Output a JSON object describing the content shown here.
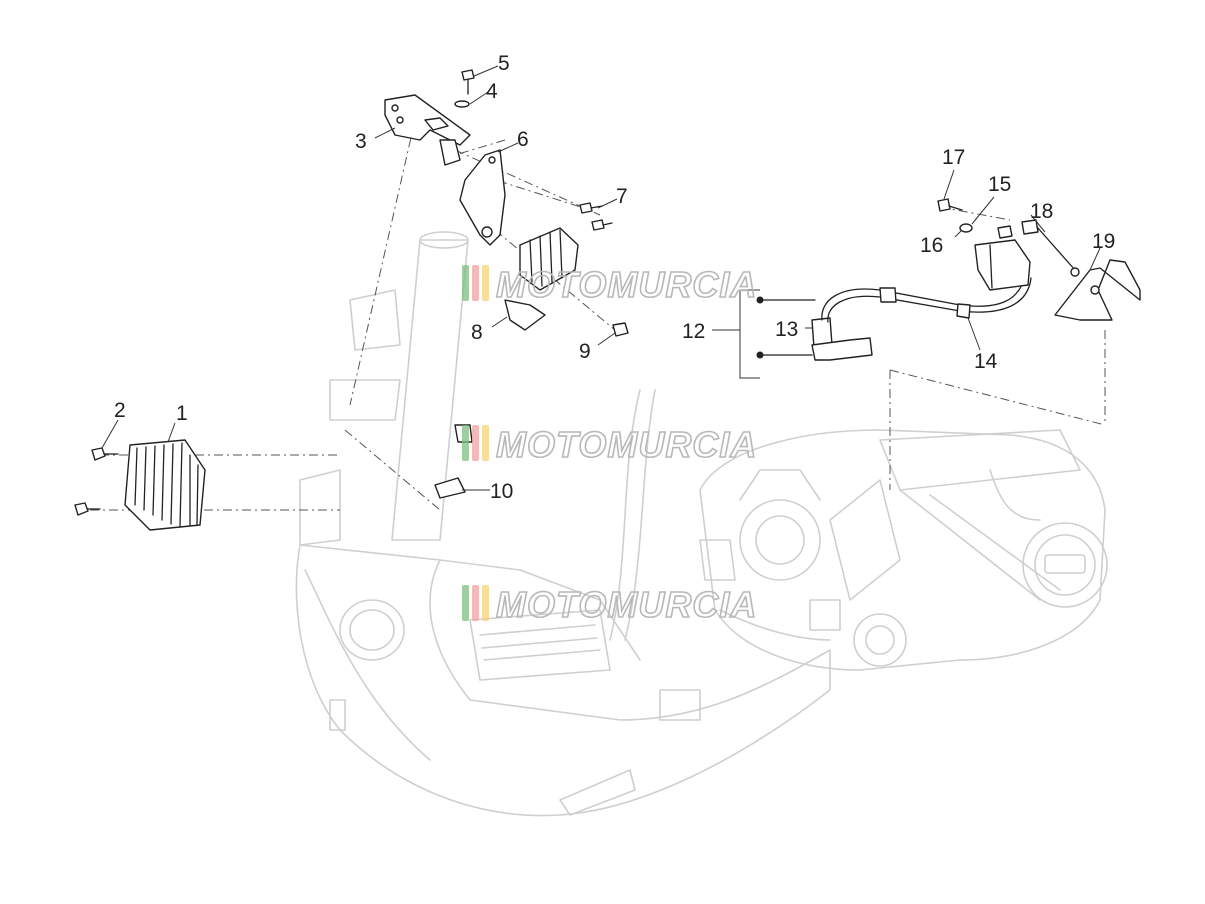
{
  "callouts": [
    {
      "id": "c1",
      "label": "1"
    },
    {
      "id": "c2",
      "label": "2"
    },
    {
      "id": "c3",
      "label": "3"
    },
    {
      "id": "c4",
      "label": "4"
    },
    {
      "id": "c5",
      "label": "5"
    },
    {
      "id": "c6",
      "label": "6"
    },
    {
      "id": "c7",
      "label": "7"
    },
    {
      "id": "c8",
      "label": "8"
    },
    {
      "id": "c9",
      "label": "9"
    },
    {
      "id": "c10",
      "label": "10"
    },
    {
      "id": "c12",
      "label": "12"
    },
    {
      "id": "c13",
      "label": "13"
    },
    {
      "id": "c14",
      "label": "14"
    },
    {
      "id": "c15",
      "label": "15"
    },
    {
      "id": "c16",
      "label": "16"
    },
    {
      "id": "c17",
      "label": "17"
    },
    {
      "id": "c18",
      "label": "18"
    },
    {
      "id": "c19",
      "label": "19"
    }
  ],
  "watermark": {
    "text": "MOTOMURCIA",
    "colors": [
      "#7fbf7f",
      "#f0a0a0",
      "#f5d27a"
    ]
  }
}
